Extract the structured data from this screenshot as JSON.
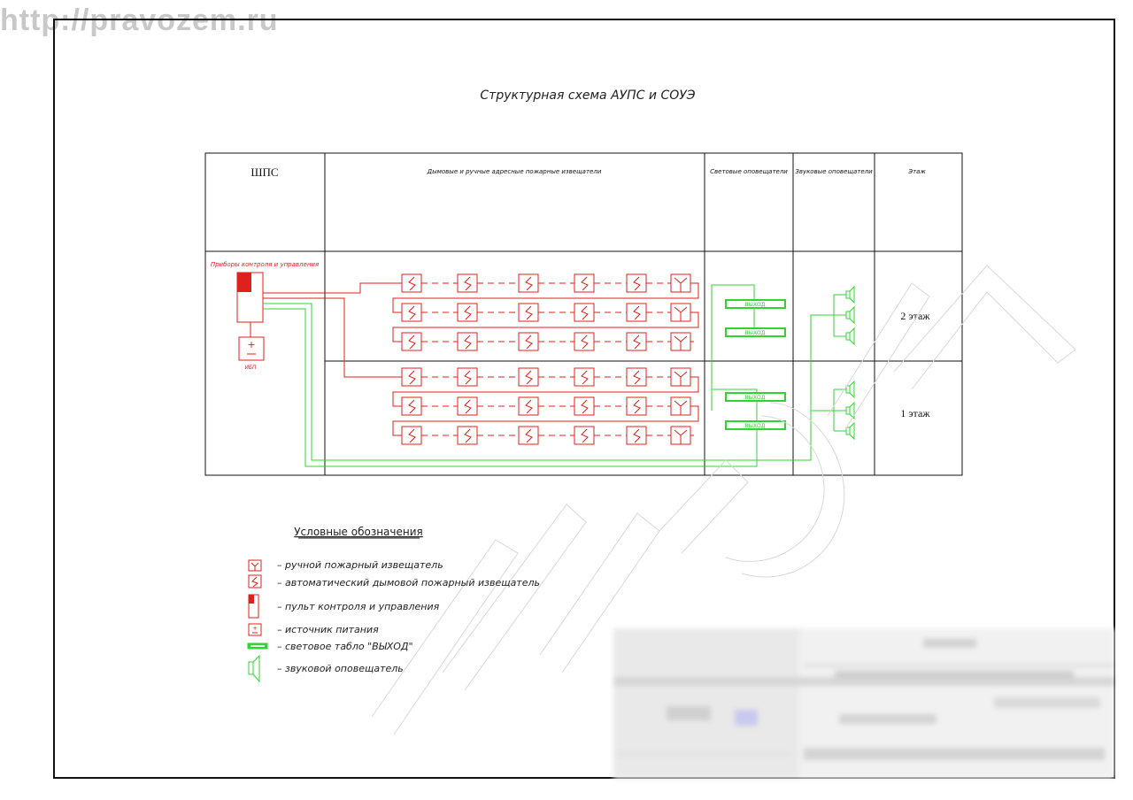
{
  "watermark_url": "http://pravozem.ru",
  "title": "Структурная схема АУПС и СОУЭ",
  "table": {
    "headers": {
      "shps": "ШПС",
      "detectors": "Дымовые и ручные адресные пожарные извещатели",
      "light": "Световые оповещатели",
      "sound": "Звуковые оповещатели",
      "floor": "Этаж"
    },
    "floors": [
      "2 этаж",
      "1 этаж"
    ],
    "panel_label": "Приборы контроля и управления",
    "ibp_label": "ИБП",
    "exit_label": "ВЫХОД"
  },
  "legend": {
    "title": "Условные обозначения",
    "items": [
      {
        "icon": "manual-detector-icon",
        "text": "– ручной пожарный извещатель"
      },
      {
        "icon": "smoke-detector-icon",
        "text": "– автоматический дымовой пожарный извещатель"
      },
      {
        "icon": "control-panel-icon",
        "text": "– пульт контроля и управления"
      },
      {
        "icon": "power-source-icon",
        "text": "– источник питания"
      },
      {
        "icon": "exit-sign-icon",
        "text": "– световое табло \"ВЫХОД\""
      },
      {
        "icon": "speaker-icon",
        "text": "– звуковой оповещатель"
      }
    ]
  },
  "colors": {
    "red": "#e0201c",
    "green": "#2fd52f",
    "black": "#111111"
  }
}
